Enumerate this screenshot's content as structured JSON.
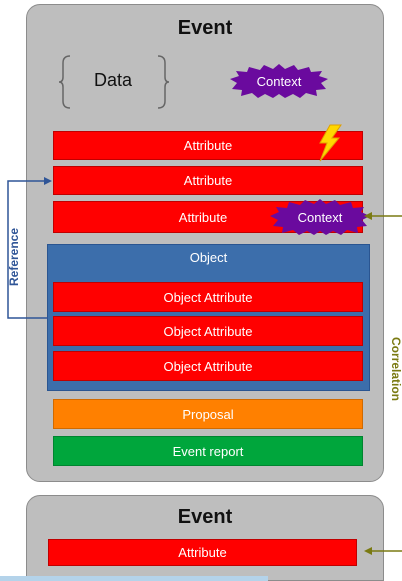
{
  "colors": {
    "event_bg": "#bebebe",
    "attribute_red": "#ff0000",
    "object_blue": "#3c6eab",
    "proposal_orange": "#ff8000",
    "report_green": "#00a63c",
    "context_purple": "#6a0a9e",
    "reference_blue": "#2f5597",
    "correlation_olive": "#7a7a12",
    "lightning_yellow": "#ffd700"
  },
  "event_main": {
    "title": "Event",
    "data_label": "Data",
    "context_label": "Context",
    "attributes": [
      "Attribute",
      "Attribute",
      "Attribute"
    ],
    "attribute_context_label": "Context",
    "object": {
      "title": "Object",
      "attributes": [
        "Object Attribute",
        "Object Attribute",
        "Object Attribute"
      ]
    },
    "proposal_label": "Proposal",
    "event_report_label": "Event report"
  },
  "event_second": {
    "title": "Event",
    "attribute_label": "Attribute"
  },
  "side_labels": {
    "reference": "Reference",
    "correlation": "Correlation"
  },
  "icons": [
    "lightning-icon",
    "left-brace-icon",
    "right-brace-icon",
    "context-starburst-icon",
    "arrow-icon"
  ]
}
